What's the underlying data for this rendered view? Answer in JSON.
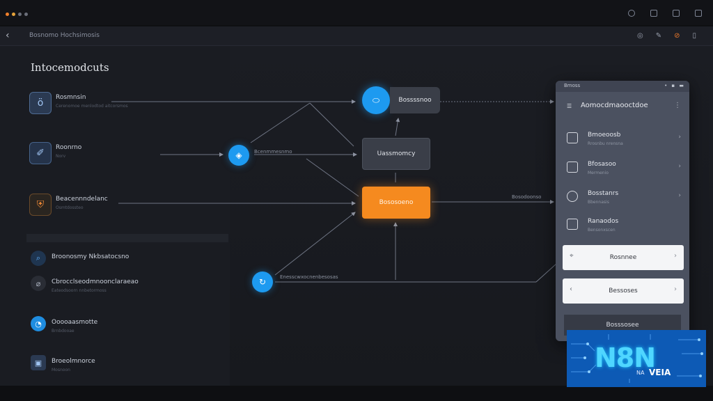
{
  "window": {
    "dots": [
      "#f0802b",
      "#e6a33a",
      "#6b6f7a",
      "#6b6f7a"
    ],
    "controls": [
      "sync-icon",
      "tools-icon",
      "window-icon",
      "close-icon"
    ]
  },
  "appbar": {
    "back": "‹",
    "title": "Bosnomo Hochsimosis",
    "icons": [
      "◎",
      "✎",
      "⊘",
      "▯"
    ]
  },
  "sidebar": {
    "heading": "Intocemodcuts",
    "items": [
      {
        "title": "Rosmnsin",
        "sub": "Cerenomoe menlodtod aitcorsmos",
        "icon": "ö"
      },
      {
        "title": "Roonrno",
        "sub": "Norv",
        "icon": "✐"
      },
      {
        "title": "Beacennndelanc",
        "sub": "Osmtdossteo",
        "icon": "⛨"
      }
    ],
    "section_items": [
      {
        "title": "Broonosmy Nkbsatocsno",
        "sub": "",
        "icon": "⌕"
      },
      {
        "title": "Cbrocclseodmnoonclaraeao",
        "sub": "Eateodsoorn nnbetormoss",
        "icon": "⌀"
      },
      {
        "title": "Ooooaasmotte",
        "sub": "Brnbdooae",
        "icon": "◔"
      },
      {
        "title": "Broeolmnorce",
        "sub": "Mosnoon",
        "icon": "▣"
      }
    ]
  },
  "canvas": {
    "nodes": {
      "top_label": "Bossssnoo",
      "middle_label": "Uassmomcy",
      "active_label": "Bososoeno",
      "side_label": "Bosodoonso"
    },
    "edge_labels": [
      "Bcenmmesnmo",
      "Enesscwxocnenbesosas"
    ]
  },
  "panel": {
    "top_left": "Bmoss",
    "top_right": "• ▪ ▬",
    "title": "Aomocdmaooctdoe",
    "items": [
      {
        "label": "Bmoeoosb",
        "sub": "Rrosnbu nrensna"
      },
      {
        "label": "Bfosasoo",
        "sub": "Mermenio"
      },
      {
        "label": "Bosstanrs",
        "sub": "Bbennasis"
      },
      {
        "label": "Ranaodos",
        "sub": "Bensonxscen"
      }
    ],
    "button1": "Rosnnee",
    "button2": "Bessoses",
    "footer": "Bosssosee"
  },
  "logo": {
    "main": "N8N",
    "sub_prefix": "NA",
    "sub": "VEIA",
    "colors": {
      "bg": "#0d5ab5",
      "text": "#4fd6ff"
    }
  }
}
